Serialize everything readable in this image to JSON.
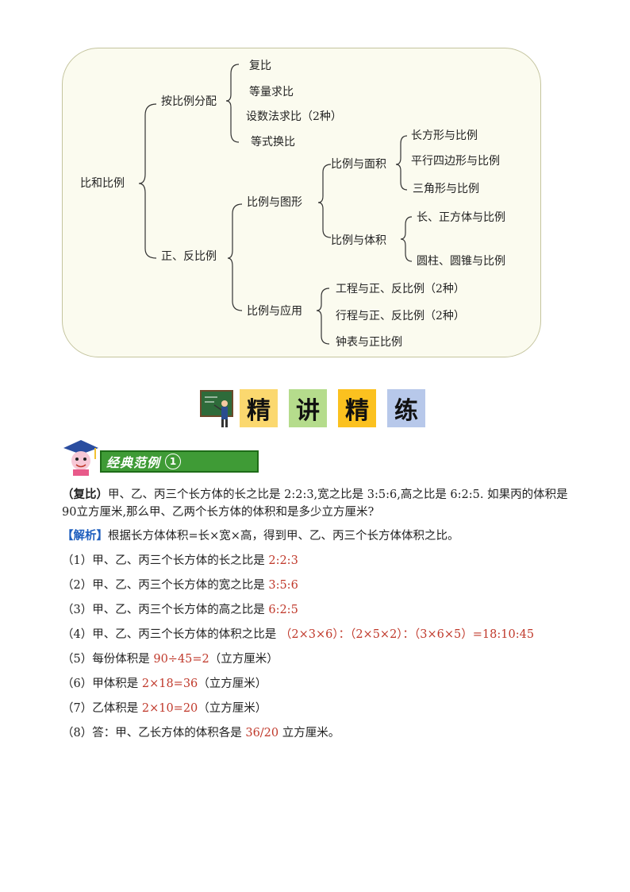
{
  "mindmap": {
    "root": "比和比例",
    "branch1": {
      "label": "按比例分配",
      "items": [
        "复比",
        "等量求比",
        "设数法求比（2种）",
        "等式换比"
      ]
    },
    "branch2": {
      "label": "正、反比例",
      "sub1": {
        "label": "比例与图形",
        "area": {
          "label": "比例与面积",
          "items": [
            "长方形与比例",
            "平行四边形与比例",
            "三角形与比例"
          ]
        },
        "volume": {
          "label": "比例与体积",
          "items": [
            "长、正方体与比例",
            "圆柱、圆锥与比例"
          ]
        }
      },
      "sub2": {
        "label": "比例与应用",
        "items": [
          "工程与正、反比例（2种）",
          "行程与正、反比例（2种）",
          "钟表与正比例"
        ]
      }
    }
  },
  "banner": {
    "chars": [
      "精",
      "讲",
      "精",
      "练"
    ],
    "colors": [
      "#fbd86f",
      "#b5dc8c",
      "#fbc11f",
      "#b7c8ea"
    ]
  },
  "example": {
    "label": "经典范例",
    "number": "1"
  },
  "problem": {
    "tag": "（复比）",
    "text": "甲、乙、丙三个长方体的长之比是 2:2:3,宽之比是 3:5:6,高之比是 6:2:5. 如果丙的体积是 90立方厘米,那么甲、乙两个长方体的体积和是多少立方厘米?"
  },
  "analysis": {
    "tag": "【解析】",
    "text": "根据长方体体积=长×宽×高，得到甲、乙、丙三个长方体体积之比。",
    "steps": [
      {
        "n": "（1）",
        "text": "甲、乙、丙三个长方体的长之比是 ",
        "val": "2:2:3",
        "tail": ""
      },
      {
        "n": "（2）",
        "text": "甲、乙、丙三个长方体的宽之比是 ",
        "val": "3:5:6",
        "tail": ""
      },
      {
        "n": "（3）",
        "text": "甲、乙、丙三个长方体的高之比是 ",
        "val": "6:2:5",
        "tail": ""
      },
      {
        "n": "（4）",
        "text": "甲、乙、丙三个长方体的体积之比是 ",
        "val": "（2×3×6）：（2×5×2）：（3×6×5）=18:10:45",
        "tail": ""
      },
      {
        "n": "（5）",
        "text": "每份体积是 ",
        "val": "90÷45=2",
        "tail": "（立方厘米）"
      },
      {
        "n": "（6）",
        "text": "甲体积是 ",
        "val": "2×18=36",
        "tail": "（立方厘米）"
      },
      {
        "n": "（7）",
        "text": "乙体积是 ",
        "val": "2×10=20",
        "tail": "（立方厘米）"
      },
      {
        "n": "（8）",
        "text": "答：甲、乙长方体的体积各是 ",
        "val": "36/20",
        "tail": " 立方厘米。"
      }
    ]
  }
}
